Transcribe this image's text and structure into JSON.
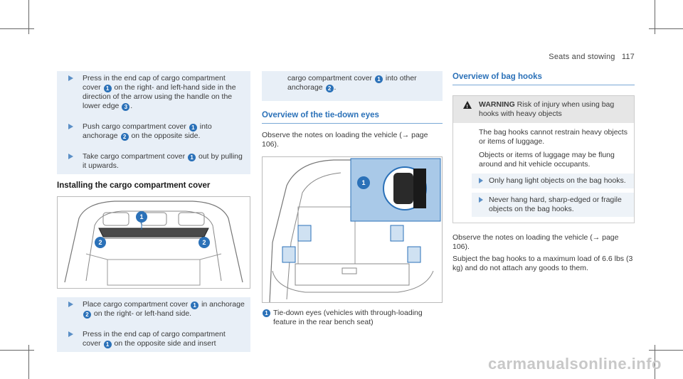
{
  "header": {
    "section": "Seats and stowing",
    "page_number": "117"
  },
  "col1": {
    "steps_a": [
      {
        "parts": [
          "Press in the end cap of cargo compartment cover ",
          "1",
          " on the right- and left-hand side in the direction of the arrow using the handle on the lower edge ",
          "3",
          "."
        ]
      },
      {
        "parts": [
          "Push cargo compartment cover ",
          "1",
          " into anchorage ",
          "2",
          " on the opposite side."
        ]
      },
      {
        "parts": [
          "Take cargo compartment cover ",
          "1",
          " out by pulling it upwards."
        ]
      }
    ],
    "heading_installing": "Installing the cargo compartment cover",
    "figure_labels": {
      "one": "1",
      "two_left": "2",
      "two_right": "2"
    },
    "steps_b": [
      {
        "parts": [
          "Place cargo compartment cover ",
          "1",
          " in anchorage ",
          "2",
          " on the right- or left-hand side."
        ]
      },
      {
        "parts": [
          "Press in the end cap of cargo compartment cover ",
          "1",
          " on the opposite side and insert"
        ]
      }
    ]
  },
  "col2": {
    "cont": {
      "parts": [
        "cargo compartment cover ",
        "1",
        " into other anchorage ",
        "2",
        "."
      ]
    },
    "heading_tiedown": "Overview of the tie-down eyes",
    "observe": "Observe the notes on loading the vehicle (→ page 106).",
    "figure_label": "1",
    "caption_num": "1",
    "caption": "Tie-down eyes (vehicles with through-loading feature in the rear bench seat)"
  },
  "col3": {
    "heading_baghooks": "Overview of bag hooks",
    "warning_label": "WARNING",
    "warning_title": " Risk of injury when using bag hooks with heavy objects",
    "warning_p1": "The bag hooks cannot restrain heavy objects or items of luggage.",
    "warning_p2": "Objects or items of luggage may be flung around and hit vehicle occupants.",
    "warning_steps": [
      "Only hang light objects on the bag hooks.",
      "Never hang hard, sharp-edged or fragile objects on the bag hooks."
    ],
    "observe": "Observe the notes on loading the vehicle (→ page 106).",
    "subject": "Subject the bag hooks to a maximum load of 6.6 lbs (3 kg) and do not attach any goods to them."
  },
  "watermark": "carmanualsonline.info",
  "colors": {
    "accent": "#2b71b8",
    "step_bg": "#e8eff7",
    "warn_bg": "#e6e6e6"
  }
}
